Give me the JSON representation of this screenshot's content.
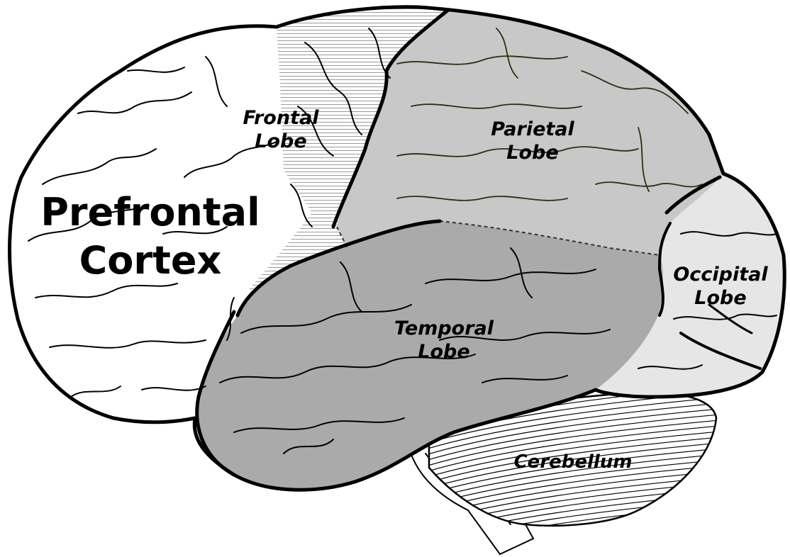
{
  "regions": {
    "prefrontal": {
      "line1": "Prefrontal",
      "line2": "Cortex",
      "color": "#ffffff"
    },
    "frontal": {
      "line1": "Frontal",
      "line2": "Lobe",
      "color": "#ffffff"
    },
    "parietal": {
      "line1": "Parietal",
      "line2": "Lobe",
      "color": "#c8c8c8"
    },
    "temporal": {
      "line1": "Temporal",
      "line2": "Lobe",
      "color": "#aaaaaa"
    },
    "occipital": {
      "line1": "Occipital",
      "line2": "Lobe",
      "color": "#e6e6e6"
    },
    "cerebellum": {
      "label": "Cerebellum",
      "color": "#ffffff"
    }
  }
}
